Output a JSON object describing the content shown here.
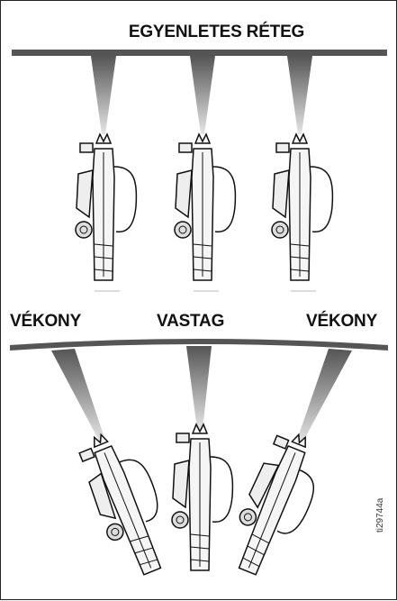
{
  "top_panel": {
    "title": "EGYENLETES RÉTEG"
  },
  "bottom_panel": {
    "label_left": "VÉKONY",
    "label_center": "VASTAG",
    "label_right": "VÉKONY"
  },
  "figure_code": "ti29744a",
  "colors": {
    "ink": "#111111",
    "bar": "#555555",
    "gun": "#f2f2f2"
  }
}
